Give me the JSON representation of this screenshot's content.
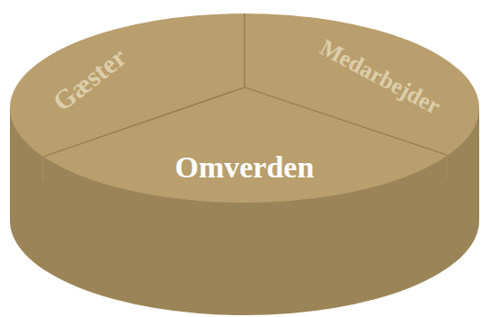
{
  "diagram": {
    "nodes": [
      {
        "text": [
          "Gæster"
        ]
      },
      {
        "text": [
          "Medarbejder"
        ]
      },
      {
        "text": [
          "Omverden"
        ]
      }
    ]
  }
}
